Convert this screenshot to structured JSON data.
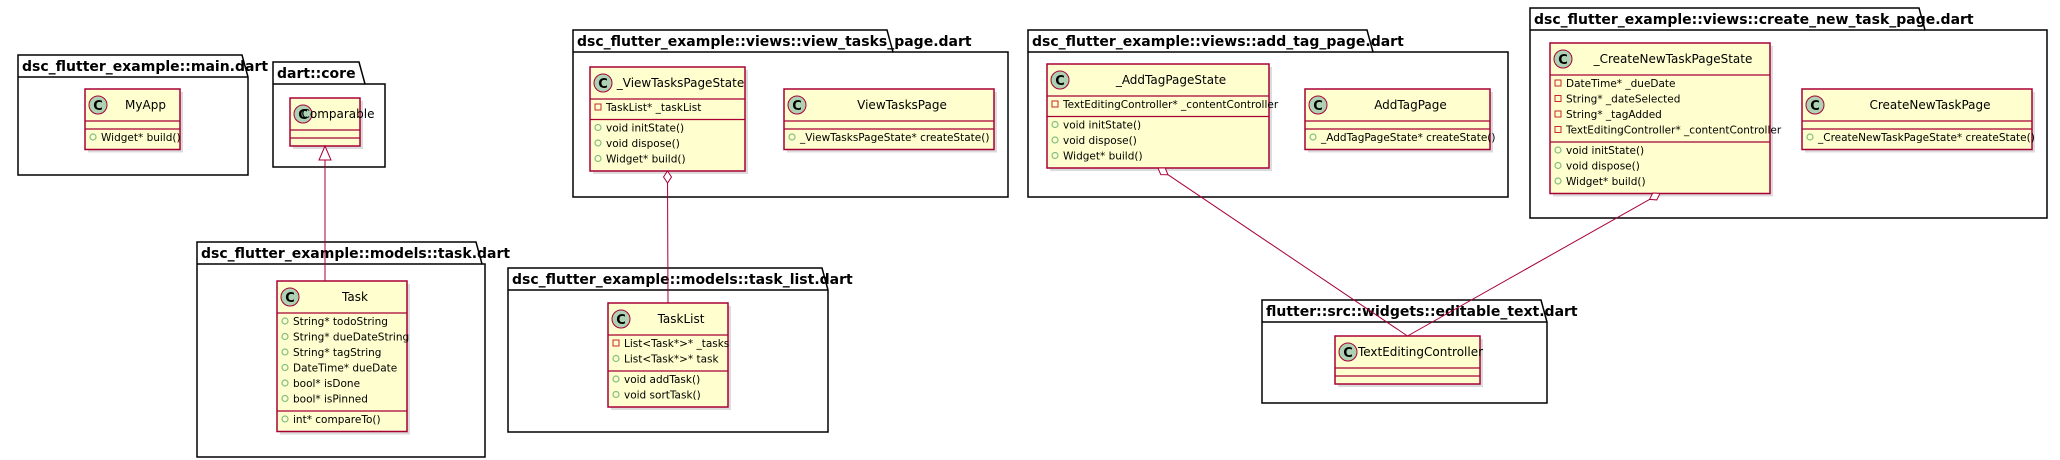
{
  "packages": [
    {
      "id": "main",
      "title": "dsc_flutter_example::main.dart",
      "classes": [
        {
          "id": "MyApp",
          "name": "MyApp",
          "fields": [],
          "methods": [
            {
              "vis": "public",
              "text": "Widget* build()"
            }
          ]
        }
      ]
    },
    {
      "id": "core",
      "title": "dart::core",
      "classes": [
        {
          "id": "Comparable",
          "name": "Comparable",
          "fields": [],
          "methods": []
        }
      ]
    },
    {
      "id": "task",
      "title": "dsc_flutter_example::models::task.dart",
      "classes": [
        {
          "id": "Task",
          "name": "Task",
          "fields": [
            {
              "vis": "public",
              "text": "String* todoString"
            },
            {
              "vis": "public",
              "text": "String* dueDateString"
            },
            {
              "vis": "public",
              "text": "String* tagString"
            },
            {
              "vis": "public",
              "text": "DateTime* dueDate"
            },
            {
              "vis": "public",
              "text": "bool* isDone"
            },
            {
              "vis": "public",
              "text": "bool* isPinned"
            }
          ],
          "methods": [
            {
              "vis": "public",
              "text": "int* compareTo()"
            }
          ]
        }
      ]
    },
    {
      "id": "viewtasks",
      "title": "dsc_flutter_example::views::view_tasks_page.dart",
      "classes": [
        {
          "id": "ViewTasksPageState",
          "name": "_ViewTasksPageState",
          "fields": [
            {
              "vis": "private",
              "text": "TaskList* _taskList"
            }
          ],
          "methods": [
            {
              "vis": "public",
              "text": "void initState()"
            },
            {
              "vis": "public",
              "text": "void dispose()"
            },
            {
              "vis": "public",
              "text": "Widget* build()"
            }
          ]
        },
        {
          "id": "ViewTasksPage",
          "name": "ViewTasksPage",
          "fields": [],
          "methods": [
            {
              "vis": "public",
              "text": "_ViewTasksPageState* createState()"
            }
          ]
        }
      ]
    },
    {
      "id": "tasklist",
      "title": "dsc_flutter_example::models::task_list.dart",
      "classes": [
        {
          "id": "TaskList",
          "name": "TaskList",
          "fields": [
            {
              "vis": "private",
              "text": "List<Task*>* _tasks"
            },
            {
              "vis": "public",
              "text": "List<Task*>* task"
            }
          ],
          "methods": [
            {
              "vis": "public",
              "text": "void addTask()"
            },
            {
              "vis": "public",
              "text": "void sortTask()"
            }
          ]
        }
      ]
    },
    {
      "id": "addtag",
      "title": "dsc_flutter_example::views::add_tag_page.dart",
      "classes": [
        {
          "id": "AddTagPageState",
          "name": "_AddTagPageState",
          "fields": [
            {
              "vis": "private",
              "text": "TextEditingController* _contentController"
            }
          ],
          "methods": [
            {
              "vis": "public",
              "text": "void initState()"
            },
            {
              "vis": "public",
              "text": "void dispose()"
            },
            {
              "vis": "public",
              "text": "Widget* build()"
            }
          ]
        },
        {
          "id": "AddTagPage",
          "name": "AddTagPage",
          "fields": [],
          "methods": [
            {
              "vis": "public",
              "text": "_AddTagPageState* createState()"
            }
          ]
        }
      ]
    },
    {
      "id": "createtask",
      "title": "dsc_flutter_example::views::create_new_task_page.dart",
      "classes": [
        {
          "id": "CreateNewTaskPageState",
          "name": "_CreateNewTaskPageState",
          "fields": [
            {
              "vis": "private",
              "text": "DateTime* _dueDate"
            },
            {
              "vis": "private",
              "text": "String* _dateSelected"
            },
            {
              "vis": "private",
              "text": "String* _tagAdded"
            },
            {
              "vis": "private",
              "text": "TextEditingController* _contentController"
            }
          ],
          "methods": [
            {
              "vis": "public",
              "text": "void initState()"
            },
            {
              "vis": "public",
              "text": "void dispose()"
            },
            {
              "vis": "public",
              "text": "Widget* build()"
            }
          ]
        },
        {
          "id": "CreateNewTaskPage",
          "name": "CreateNewTaskPage",
          "fields": [],
          "methods": [
            {
              "vis": "public",
              "text": "_CreateNewTaskPageState* createState()"
            }
          ]
        }
      ]
    },
    {
      "id": "editable",
      "title": "flutter::src::widgets::editable_text.dart",
      "classes": [
        {
          "id": "TextEditingController",
          "name": "TextEditingController",
          "fields": [],
          "methods": []
        }
      ]
    }
  ],
  "relations": [
    {
      "type": "realization",
      "from": "Task",
      "to": "Comparable"
    },
    {
      "type": "aggregation",
      "from": "ViewTasksPageState",
      "to": "TaskList"
    },
    {
      "type": "aggregation",
      "from": "AddTagPageState",
      "to": "TextEditingController"
    },
    {
      "type": "aggregation",
      "from": "CreateNewTaskPageState",
      "to": "TextEditingController"
    }
  ],
  "colors": {
    "class_fill": "#FEFECE",
    "class_border": "#A80036",
    "class_icon": "#ADD1B2",
    "private_marker": "#C82930",
    "public_marker": "#84BE84",
    "line": "#A80036",
    "package_border": "#000000"
  }
}
